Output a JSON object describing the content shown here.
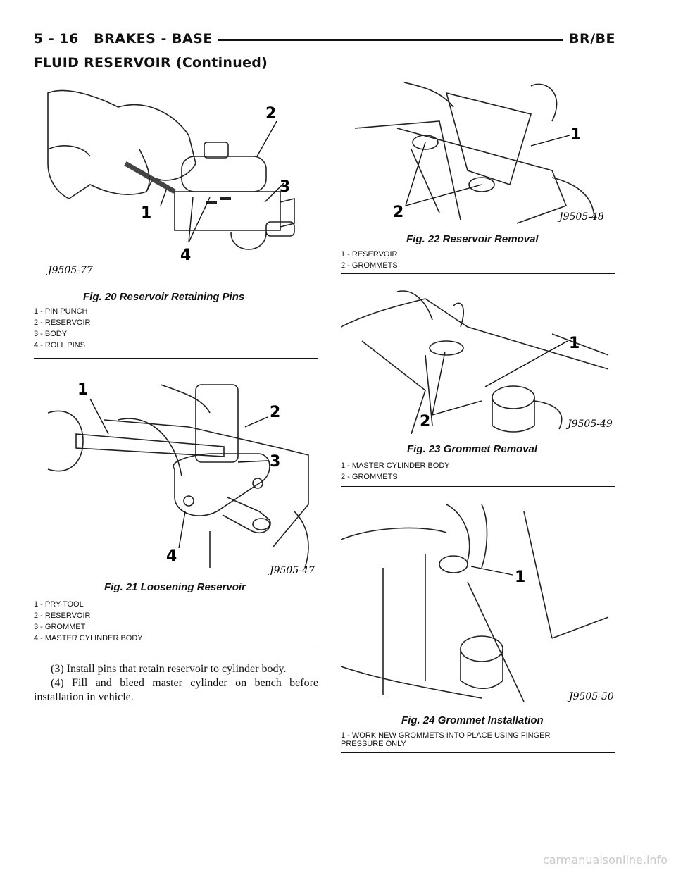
{
  "header": {
    "page_ref": "5 - 16",
    "section": "BRAKES - BASE",
    "model": "BR/BE"
  },
  "section_title": "FLUID RESERVOIR (Continued)",
  "figures": [
    {
      "image_id": "J9505-77",
      "callouts": [
        "1",
        "2",
        "3",
        "4"
      ],
      "caption": "Fig. 20 Reservoir Retaining Pins",
      "legend": [
        "1 - PIN PUNCH",
        "2 - RESERVOIR",
        "3 - BODY",
        "4 - ROLL PINS"
      ]
    },
    {
      "image_id": "J9505-47",
      "callouts": [
        "1",
        "2",
        "3",
        "4"
      ],
      "caption": "Fig. 21 Loosening Reservoir",
      "legend": [
        "1 - PRY TOOL",
        "2 - RESERVOIR",
        "3 - GROMMET",
        "4 - MASTER CYLINDER BODY"
      ]
    },
    {
      "image_id": "J9505-48",
      "callouts": [
        "1",
        "2"
      ],
      "caption": "Fig. 22 Reservoir Removal",
      "legend": [
        "1 - RESERVOIR",
        "2 - GROMMETS"
      ]
    },
    {
      "image_id": "J9505-49",
      "callouts": [
        "1",
        "2"
      ],
      "caption": "Fig. 23 Grommet Removal",
      "legend": [
        "1 - MASTER CYLINDER BODY",
        "2 - GROMMETS"
      ]
    },
    {
      "image_id": "J9505-50",
      "callouts": [
        "1"
      ],
      "caption": "Fig. 24 Grommet Installation",
      "legend": [
        "1 - WORK NEW GROMMETS INTO PLACE USING FINGER",
        "PRESSURE ONLY"
      ]
    }
  ],
  "body_paragraphs": [
    "(3) Install pins that retain reservoir to cylinder body.",
    "(4) Fill and bleed master cylinder on bench before installation in vehicle."
  ],
  "watermark": "carmanualsonline.info"
}
